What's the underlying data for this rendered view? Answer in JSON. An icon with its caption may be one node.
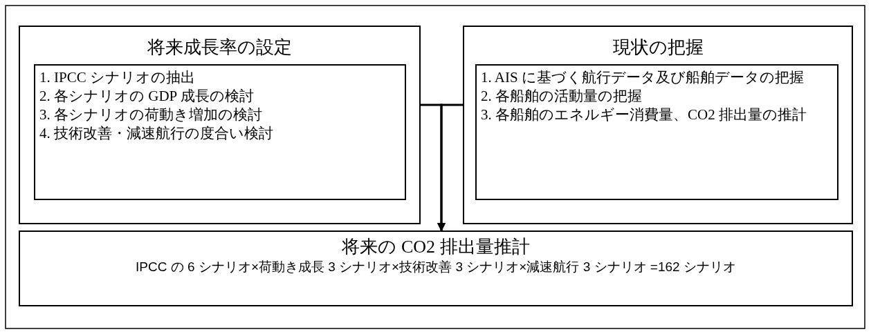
{
  "diagram": {
    "nodes": [
      {
        "text": [
          "将来成長率の設定"
        ]
      },
      {
        "text": [
          "1. IPCC シナリオの抽出",
          "2. 各シナリオの GDP 成長の検討",
          "3. 各シナリオの荷動き増加の検討",
          "4. 技術改善・減速航行の度合い検討"
        ],
        "in": 0
      },
      {
        "text": [
          "現状の把握"
        ]
      },
      {
        "text": [
          "1. AIS に基づく航行データ及び船舶データの把握",
          "2. 各船舶の活動量の把握",
          "3. 各船舶のエネルギー消費量、CO2 排出量の推計"
        ],
        "in": 2
      },
      {
        "text": [
          "将来の CO2 排出量推計",
          "IPCC の 6 シナリオ×荷動き成長 3 シナリオ×技術改善 3 シナリオ×減速航行 3 シナリオ =162 シナリオ"
        ]
      }
    ],
    "edges": [
      {
        "from": 0,
        "to": 4,
        "arrow": "to"
      },
      {
        "from": 2,
        "to": 4,
        "arrow": "to"
      }
    ]
  }
}
